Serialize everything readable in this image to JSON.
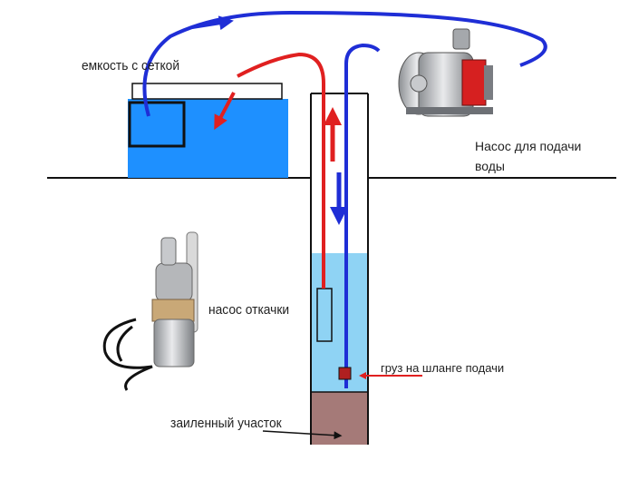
{
  "labels": {
    "tank": "емкость с сеткой",
    "surface_pump_line1": "Насос для подачи",
    "surface_pump_line2": "воды",
    "submersible_pump": "насос откачки",
    "hose_weight": "груз на шланге подачи",
    "silted_section": "заиленный участок"
  },
  "icons": {
    "surface_pump": "surface-pump-icon",
    "submersible_pump": "submersible-pump-icon"
  },
  "colors": {
    "water": "#1e90ff",
    "well_water": "#8fd3f4",
    "silt": "#a57a78",
    "supply_line": "#1f2ed6",
    "return_line": "#e02020",
    "pump_red": "#d62020",
    "outline": "#111111"
  }
}
